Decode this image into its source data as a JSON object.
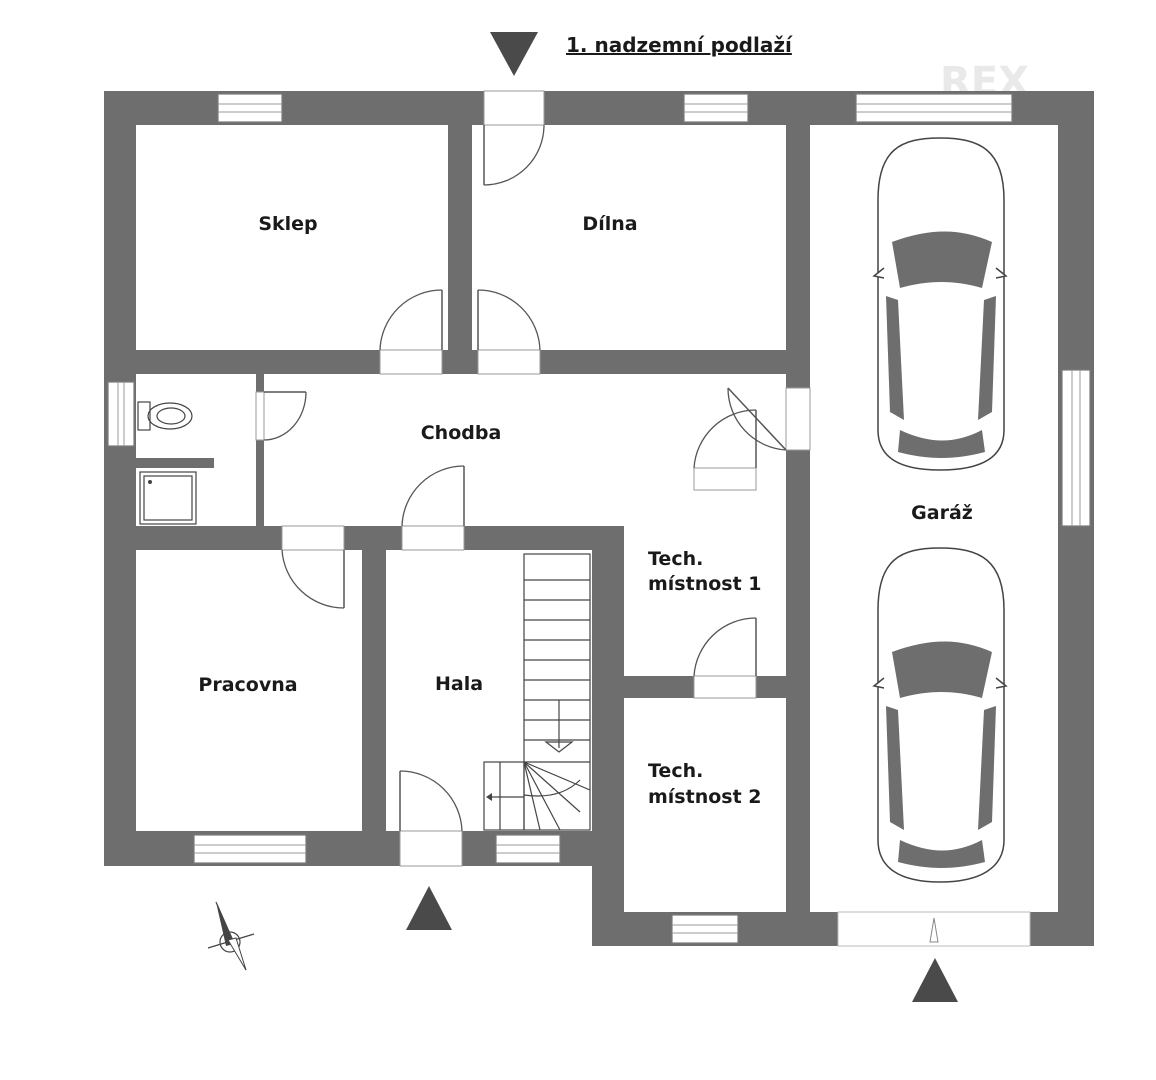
{
  "title": "1. nadzemní podlaží",
  "watermark": "REX",
  "rooms": {
    "sklep": "Sklep",
    "dilna": "Dílna",
    "chodba": "Chodba",
    "garaz": "Garáž",
    "tech1_line1": "Tech.",
    "tech1_line2": "místnost 1",
    "tech2_line1": "Tech.",
    "tech2_line2": "místnost 2",
    "pracovna": "Pracovna",
    "hala": "Hala"
  },
  "colors": {
    "wall": "#6e6e6e",
    "arrow": "#4a4a4a",
    "text": "#1a1a1a"
  },
  "icons": [
    "entrance-arrow-icon",
    "north-compass-icon",
    "car-icon",
    "toilet-icon",
    "shower-icon",
    "stair-icon"
  ]
}
